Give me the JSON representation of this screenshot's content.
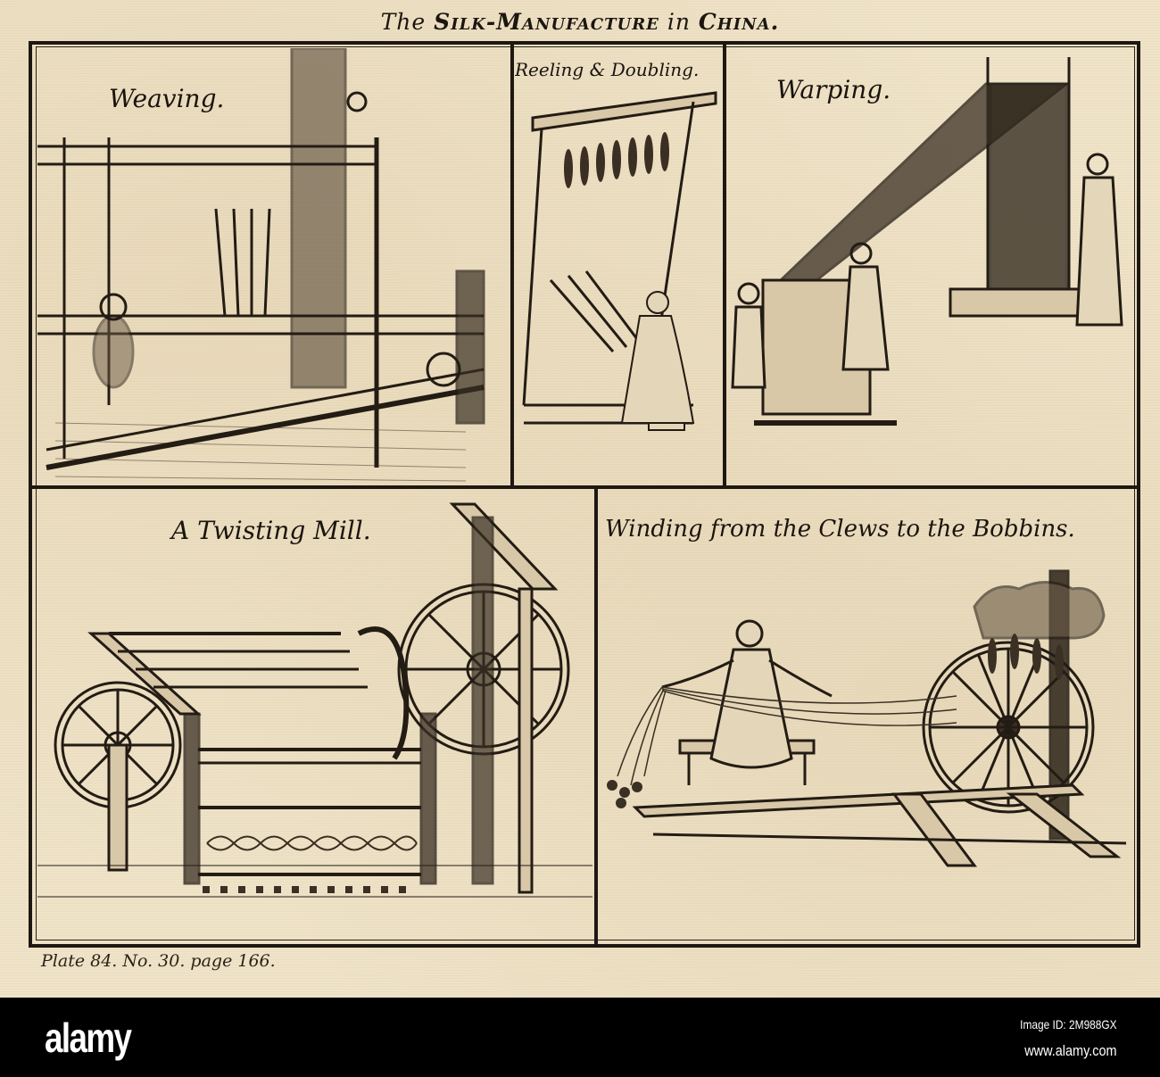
{
  "plate": {
    "title_prefix": "The",
    "title_main": "Silk-Manufacture",
    "title_mid": "in",
    "title_end": "China.",
    "plate_reference": "Plate 84. No. 30. page 166."
  },
  "panels": [
    {
      "id": "weaving",
      "caption": "Weaving."
    },
    {
      "id": "reeling",
      "caption": "Reeling & Doubling."
    },
    {
      "id": "warping",
      "caption": "Warping."
    },
    {
      "id": "twisting-mill",
      "caption": "A Twisting Mill."
    },
    {
      "id": "winding",
      "caption": "Winding from the Clews to the Bobbins."
    }
  ],
  "watermark": {
    "brand": "alamy",
    "image_id": "Image ID: 2M988GX",
    "website": "www.alamy.com"
  },
  "colors": {
    "paper": "#efe3c8",
    "ink": "#1e1812",
    "banner": "#000000"
  }
}
